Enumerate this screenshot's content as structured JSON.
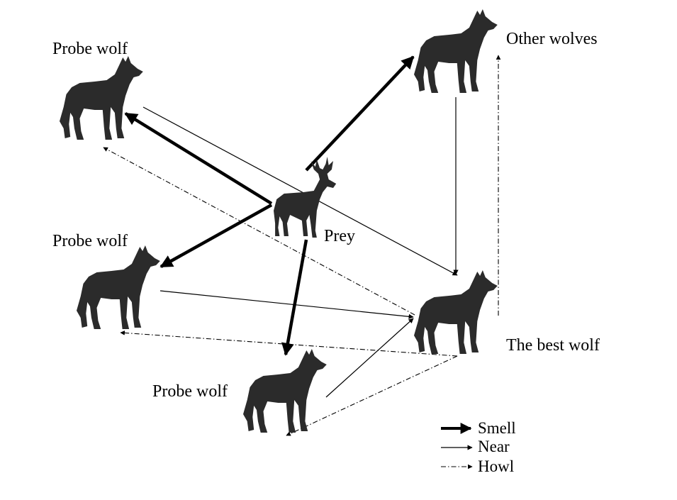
{
  "labels": {
    "probe_wolf_top": "Probe wolf",
    "probe_wolf_mid": "Probe wolf",
    "probe_wolf_bottom": "Probe wolf",
    "other_wolves": "Other wolves",
    "best_wolf": "The best wolf",
    "prey": "Prey"
  },
  "legend": [
    {
      "label": "Smell",
      "style": "thick-solid"
    },
    {
      "label": "Near",
      "style": "thin-solid"
    },
    {
      "label": "Howl",
      "style": "dash-dot"
    }
  ],
  "colors": {
    "silhouette": "#2b2b2b",
    "ink": "#000000"
  }
}
